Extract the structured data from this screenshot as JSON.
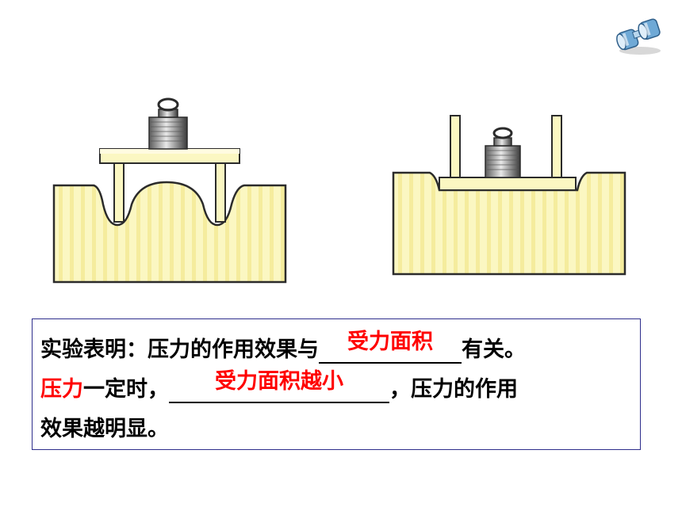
{
  "colors": {
    "clay_light": "#fbf7c2",
    "clay_stripe": "#f2e58a",
    "outline": "#2b2b2b",
    "answer_red": "#ff0000",
    "box_border": "#2e2e8c"
  },
  "icons": {
    "corner": "binoculars-icon"
  },
  "conclusion": {
    "line1_prefix": "实验表明：压力的作用效果与",
    "blank1_answer": "受力面积",
    "line1_suffix": "有关。",
    "line2_red_start": "压力",
    "line2_mid": "一定时，",
    "blank2_answer": "受力面积越小",
    "line2_suffix": "，压力的作用",
    "line3": "效果越明显。"
  }
}
